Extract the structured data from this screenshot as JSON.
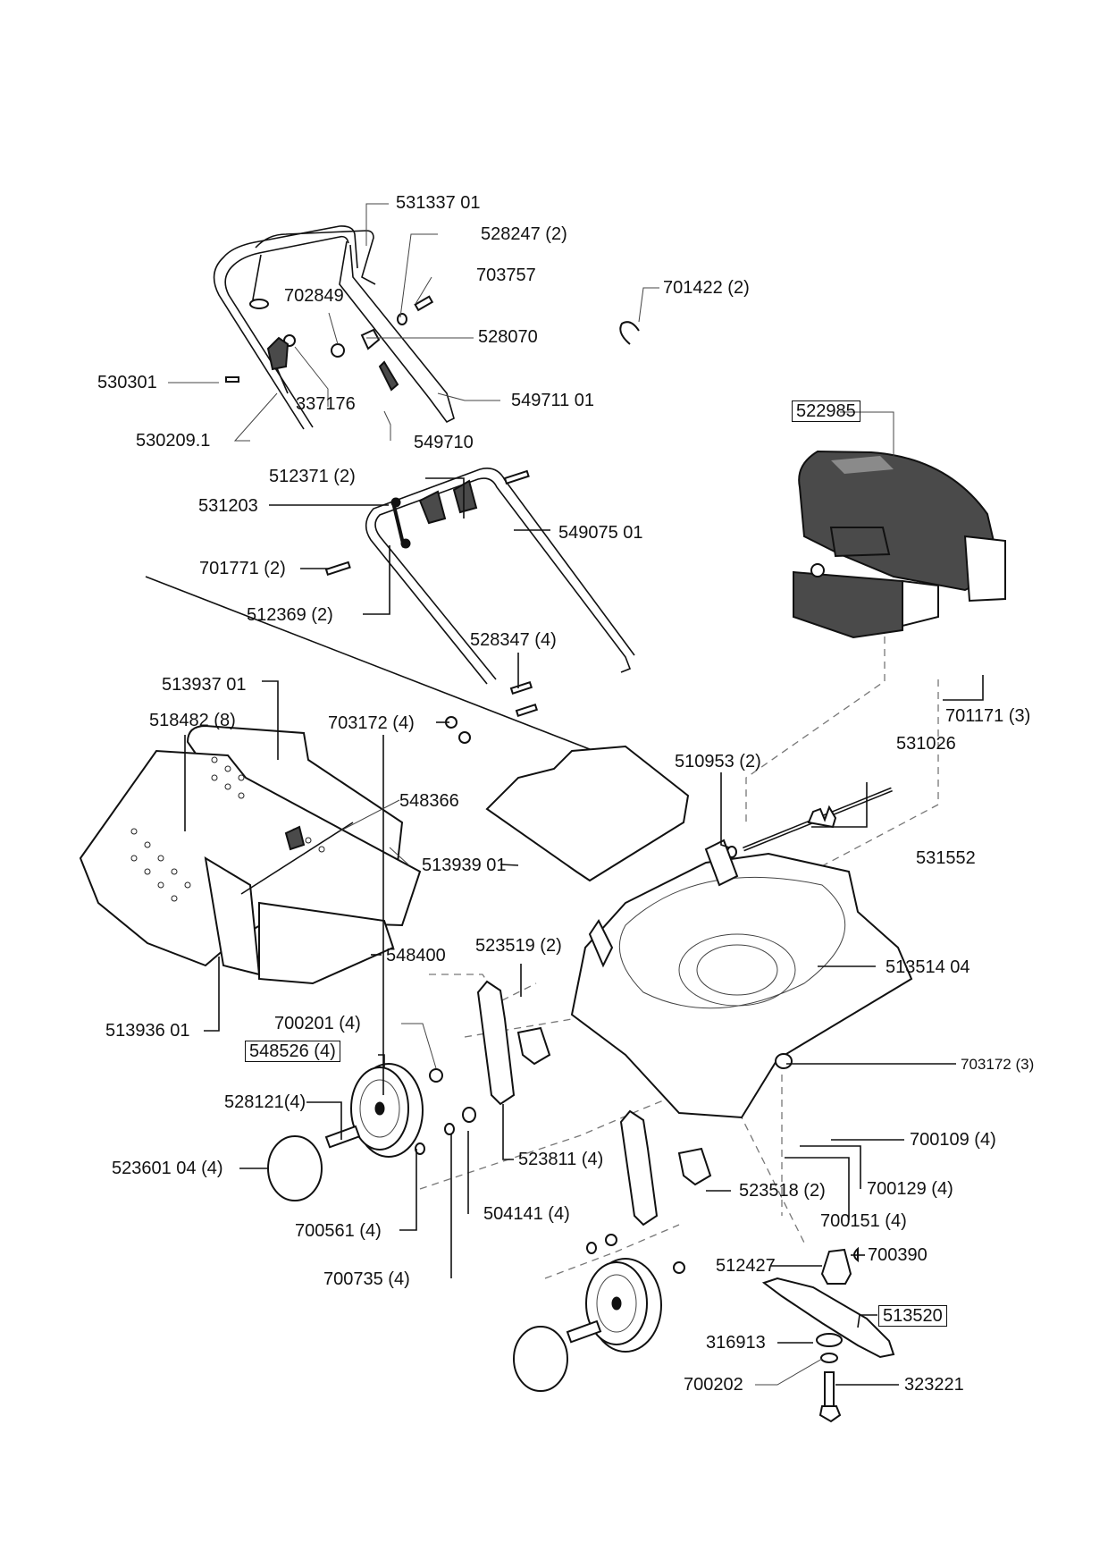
{
  "diagram": {
    "title": "Lawn mower exploded parts diagram",
    "labels": {
      "handle_upper": "531337 01",
      "washer_528247": "528247 (2)",
      "screw_703757": "703757",
      "clip_701422": "701422 (2)",
      "nut_702849": "702849",
      "bracket_528070": "528070",
      "screw_530301": "530301",
      "nut_337176": "337176",
      "handle_tube_549711": "549711 01",
      "cable_530209": "530209.1",
      "cable_549710": "549710",
      "engine_522985": "522985",
      "knob_512371": "512371 (2)",
      "clamp_531203": "531203",
      "handle_lower_549075": "549075 01",
      "bolt_701771": "701771 (2)",
      "washer_512369": "512369 (2)",
      "bolt_528347": "528347 (4)",
      "screw_701171": "701171 (3)",
      "bag_top_513937": "513937 01",
      "rivet_518482": "518482 (8)",
      "nut_703172_4": "703172 (4)",
      "frame_548366": "548366",
      "flap_513939": "513939 01",
      "nut_510953": "510953 (2)",
      "axle_531026": "531026",
      "spring_531552": "531552",
      "bag_bottom_548400": "548400",
      "bracket_523519": "523519 (2)",
      "deck_513514": "513514 04",
      "bag_body_513936": "513936 01",
      "washer_700201": "700201 (4)",
      "wheel_548526": "548526 (4)",
      "nut_703172_3": "703172 (3)",
      "bolt_528121": "528121(4)",
      "washer_700109": "700109 (4)",
      "cap_523601": "523601 04 (4)",
      "lever_523811": "523811 (4)",
      "washer_700129": "700129 (4)",
      "bracket_523518": "523518 (2)",
      "washer_504141": "504141 (4)",
      "washer_700151": "700151 (4)",
      "screw_700561": "700561 (4)",
      "key_700390": "700390",
      "adapter_512427": "512427",
      "washer_700735": "700735 (4)",
      "blade_513520": "513520",
      "washer_316913": "316913",
      "washer_700202": "700202",
      "bolt_323221": "323221"
    }
  }
}
